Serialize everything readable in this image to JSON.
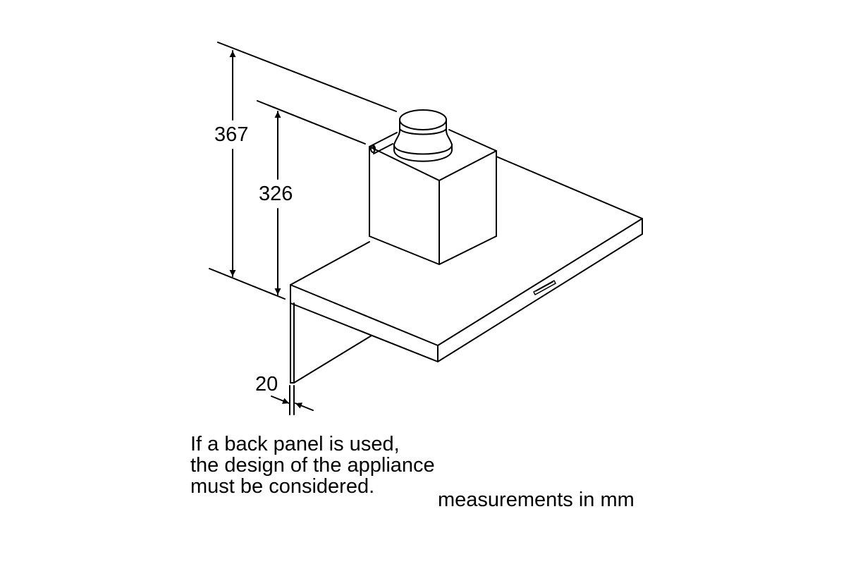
{
  "diagram": {
    "type": "technical-dimension-drawing",
    "subject": "wall-mounted chimney cooker hood with back panel",
    "line_color": "#000000",
    "background_color": "#ffffff",
    "dimensions": {
      "overall_height": "367",
      "hood_height": "326",
      "back_panel_thickness": "20"
    },
    "notes": {
      "back_panel_note": [
        "If a back panel is used,",
        "the design of the appliance",
        "must be considered."
      ],
      "units_note": "measurements in mm"
    }
  }
}
